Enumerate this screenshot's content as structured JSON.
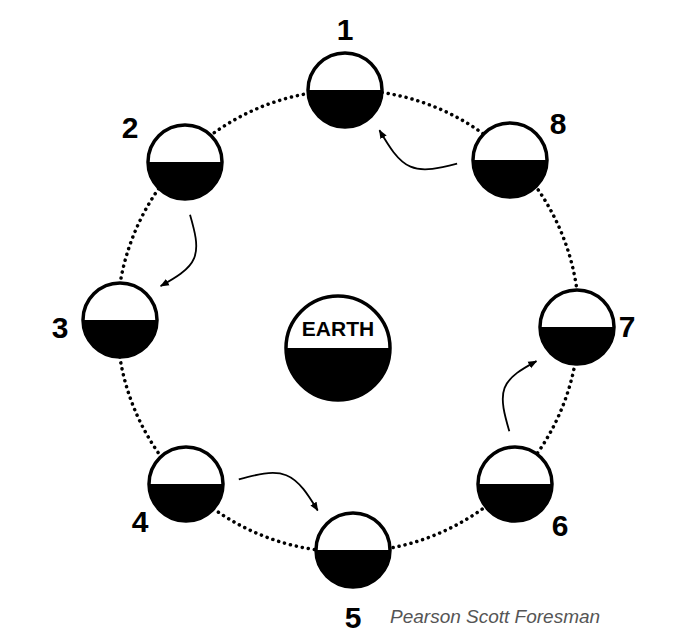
{
  "diagram": {
    "nodes": [
      {
        "text": [
          "1"
        ]
      },
      {
        "text": [
          "2"
        ]
      },
      {
        "text": [
          "3"
        ]
      },
      {
        "text": [
          "4"
        ]
      },
      {
        "text": [
          "5"
        ]
      },
      {
        "text": [
          "6"
        ]
      },
      {
        "text": [
          "7"
        ]
      },
      {
        "text": [
          "8"
        ]
      },
      {
        "text": [
          "EARTH"
        ]
      }
    ],
    "edges": [
      {
        "from": 1,
        "to": 2,
        "arrow": "to"
      },
      {
        "from": 3,
        "to": 4,
        "arrow": "to"
      },
      {
        "from": 5,
        "to": 6,
        "arrow": "to"
      },
      {
        "from": 7,
        "to": 0,
        "arrow": "to"
      }
    ],
    "labels": [
      "Pearson Scott Foresman"
    ]
  }
}
